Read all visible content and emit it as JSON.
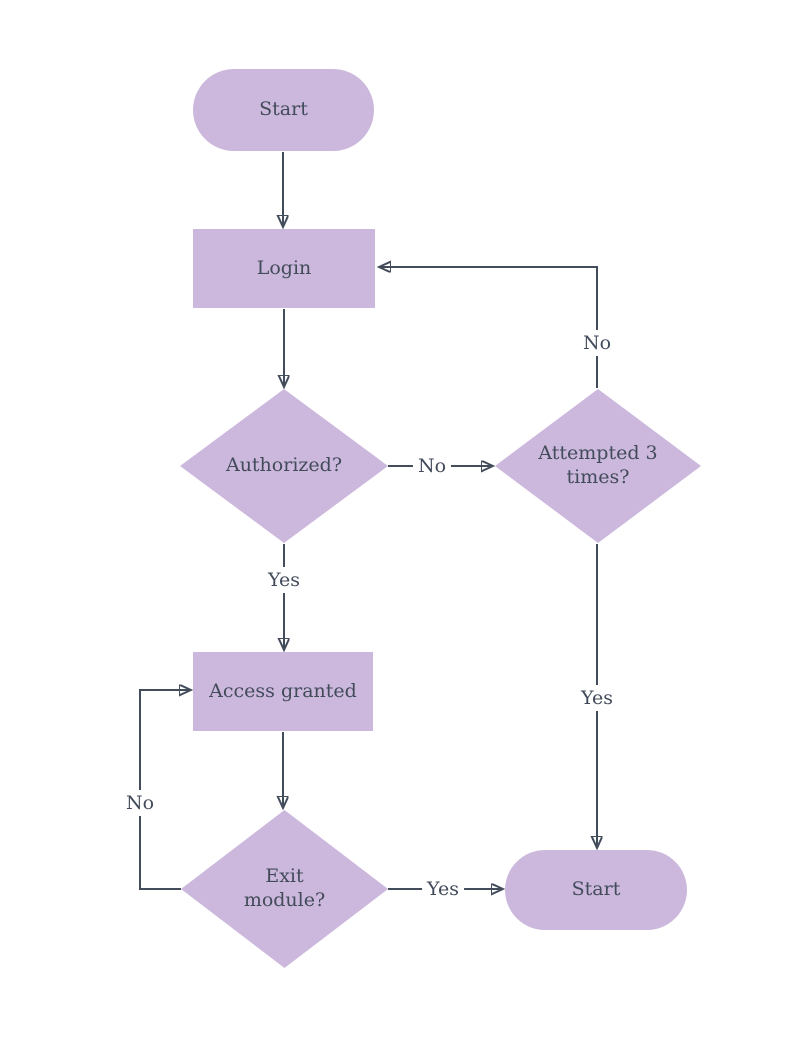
{
  "diagram": {
    "type": "flowchart",
    "colors": {
      "background": "#ffffff",
      "node_fill": "#ccb8dd",
      "line": "#434c5b",
      "text": "#424b5a"
    },
    "nodes": [
      {
        "id": "start-top",
        "shape": "stadium",
        "label": "Start"
      },
      {
        "id": "login",
        "shape": "process",
        "label": "Login"
      },
      {
        "id": "authorized",
        "shape": "decision",
        "label": "Authorized?"
      },
      {
        "id": "attempted",
        "shape": "decision",
        "label": "Attempted 3 times?"
      },
      {
        "id": "access-granted",
        "shape": "process",
        "label": "Access granted"
      },
      {
        "id": "exit-module",
        "shape": "decision",
        "label": "Exit module?"
      },
      {
        "id": "start-bottom",
        "shape": "stadium",
        "label": "Start"
      }
    ],
    "edges": [
      {
        "from": "start-top",
        "to": "login",
        "label": ""
      },
      {
        "from": "login",
        "to": "authorized",
        "label": ""
      },
      {
        "from": "authorized",
        "to": "attempted",
        "label": "No"
      },
      {
        "from": "authorized",
        "to": "access-granted",
        "label": "Yes"
      },
      {
        "from": "attempted",
        "to": "login",
        "label": "No"
      },
      {
        "from": "attempted",
        "to": "start-bottom",
        "label": "Yes"
      },
      {
        "from": "access-granted",
        "to": "exit-module",
        "label": ""
      },
      {
        "from": "exit-module",
        "to": "access-granted",
        "label": "No"
      },
      {
        "from": "exit-module",
        "to": "start-bottom",
        "label": "Yes"
      }
    ]
  }
}
